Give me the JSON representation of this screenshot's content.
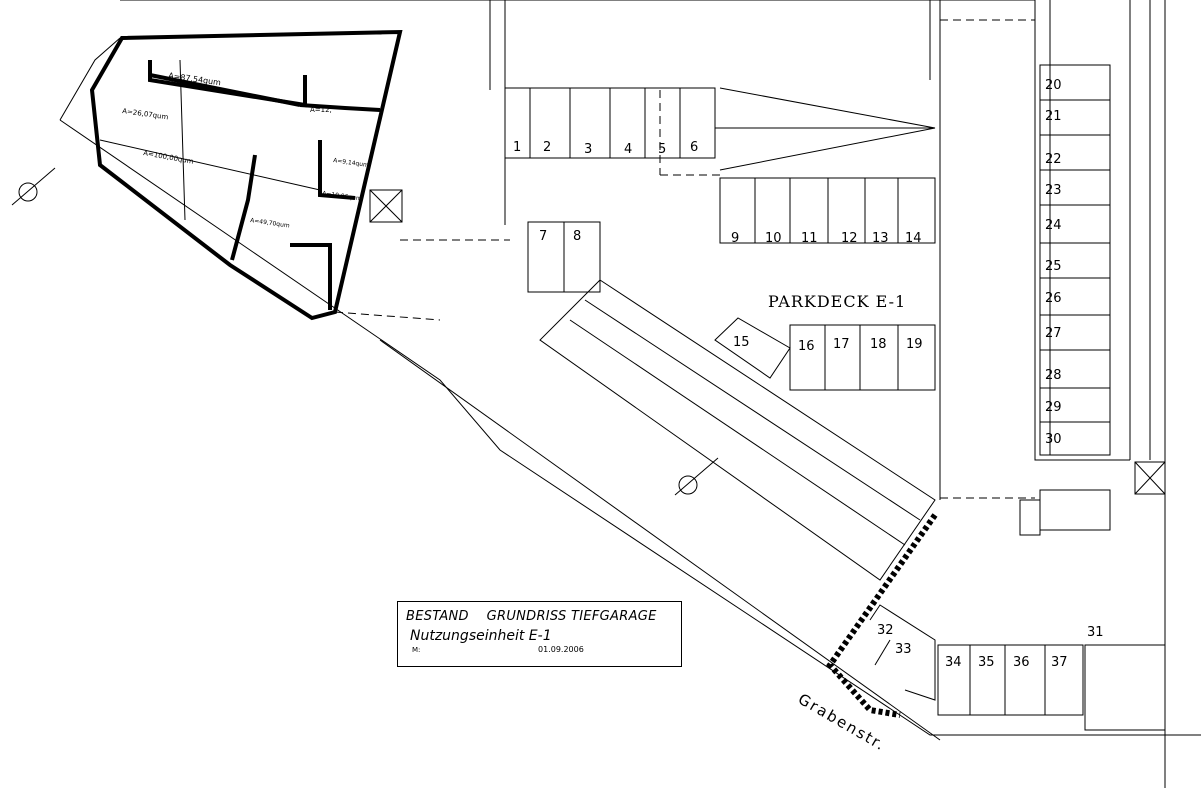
{
  "title_block": {
    "line1_a": "BESTAND",
    "line1_b": "GRUNDRISS TIEFGARAGE",
    "line2": "Nutzungseinheit E-1",
    "scale_label": "M:",
    "date": "01.09.2006"
  },
  "deck_label": "PARKDECK E-1",
  "street_label": "Grabenstr.",
  "room_areas": [
    "A=87,54qum",
    "A=26,07qum",
    "A=100,00qum",
    "A=12,",
    "A=9,14qum",
    "A=10,06qum",
    "A=49,70qum"
  ],
  "parking_spaces": [
    "1",
    "2",
    "3",
    "4",
    "5",
    "6",
    "7",
    "8",
    "9",
    "10",
    "11",
    "12",
    "13",
    "14",
    "15",
    "16",
    "17",
    "18",
    "19",
    "20",
    "21",
    "22",
    "23",
    "24",
    "25",
    "26",
    "27",
    "28",
    "29",
    "30",
    "31",
    "32",
    "33",
    "34",
    "35",
    "36",
    "37"
  ],
  "icons": [
    "north-arrow-icon"
  ]
}
